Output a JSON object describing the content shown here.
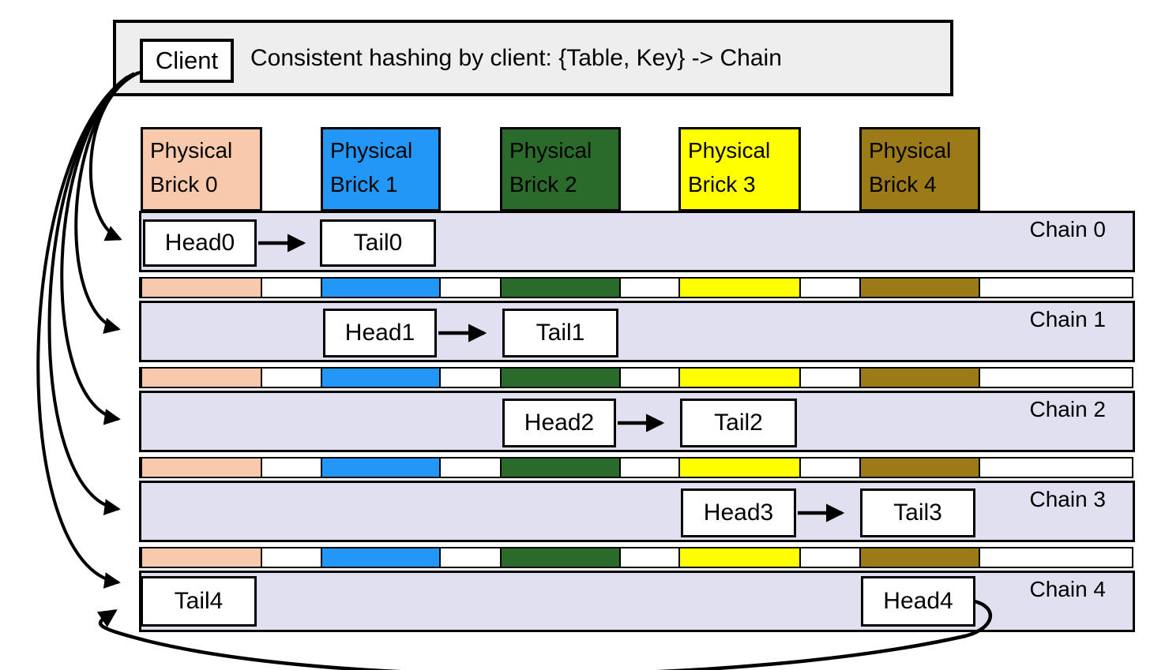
{
  "banner": {
    "client_label": "Client",
    "title": "Consistent hashing by client: {Table, Key} -> Chain",
    "bg": "#eeeeee"
  },
  "bricks": [
    {
      "line1": "Physical",
      "line2": "Brick 0",
      "color": "#f9c9ac"
    },
    {
      "line1": "Physical",
      "line2": "Brick 1",
      "color": "#2297f5"
    },
    {
      "line1": "Physical",
      "line2": "Brick 2",
      "color": "#2a6b2b"
    },
    {
      "line1": "Physical",
      "line2": "Brick 3",
      "color": "#ffff00"
    },
    {
      "line1": "Physical",
      "line2": "Brick 4",
      "color": "#9c7a18"
    }
  ],
  "chains": [
    {
      "label": "Chain 0",
      "head": "Head0",
      "tail": "Tail0"
    },
    {
      "label": "Chain 1",
      "head": "Head1",
      "tail": "Tail1"
    },
    {
      "label": "Chain 2",
      "head": "Head2",
      "tail": "Tail2"
    },
    {
      "label": "Chain 3",
      "head": "Head3",
      "tail": "Tail3"
    },
    {
      "label": "Chain 4",
      "head": "Head4",
      "tail": "Tail4"
    }
  ],
  "colors": {
    "chain_bg": "#e1e0f1",
    "border": "#000000",
    "arrow": "#000000"
  }
}
